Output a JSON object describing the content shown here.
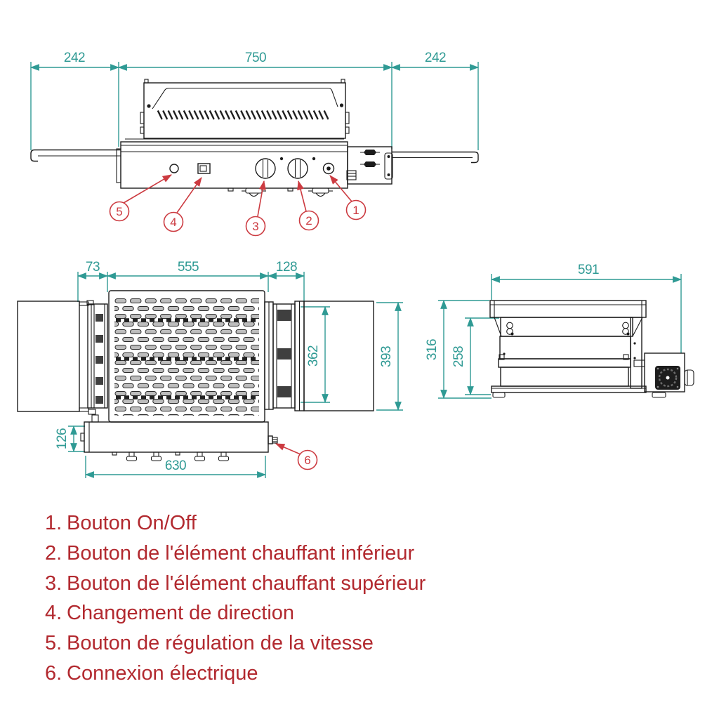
{
  "colors": {
    "background": "#ffffff",
    "line": "#1c1c1c",
    "dimension_teal": "#2f9a94",
    "callout_red": "#cc3b41",
    "legend_red": "#b2292f"
  },
  "front_view": {
    "dim_left_shelf": "242",
    "dim_body": "750",
    "dim_right_shelf": "242",
    "callout_1": "1",
    "callout_2": "2",
    "callout_3": "3",
    "callout_4": "4",
    "callout_5": "5"
  },
  "top_view": {
    "dim_left_rack": "73",
    "dim_plate": "555",
    "dim_right_rack": "128",
    "dim_rack_depth": "362",
    "dim_tray_depth": "393",
    "dim_body_front": "126",
    "dim_body_width": "630",
    "callout_6": "6"
  },
  "side_view": {
    "dim_width": "591",
    "dim_total_height": "316",
    "dim_body_height": "258"
  },
  "legend": {
    "items": [
      {
        "number": "1.",
        "label": "Bouton On/Off"
      },
      {
        "number": "2.",
        "label": "Bouton de l'élément chauffant inférieur"
      },
      {
        "number": "3.",
        "label": "Bouton de l'élément chauffant supérieur"
      },
      {
        "number": "4.",
        "label": "Changement de direction"
      },
      {
        "number": "5.",
        "label": "Bouton de régulation de la vitesse"
      },
      {
        "number": "6.",
        "label": "Connexion électrique"
      }
    ]
  }
}
